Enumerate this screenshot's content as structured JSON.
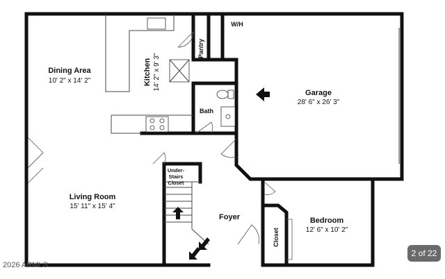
{
  "rooms": {
    "dining": {
      "name": "Dining Area",
      "dim": "10' 2\" x 14' 2\""
    },
    "kitchen": {
      "name": "Kitchen",
      "dim": "14' 2\" x 9' 3\""
    },
    "pantry": {
      "name": "Pantry"
    },
    "wh": {
      "name": "W/H"
    },
    "bath": {
      "name": "Bath"
    },
    "garage": {
      "name": "Garage",
      "dim": "28' 6\" x 26' 3\""
    },
    "understairs": {
      "line1": "Under-",
      "line2": "Stairs",
      "line3": "Closet"
    },
    "living": {
      "name": "Living Room",
      "dim": "15' 11\" x 15' 4\""
    },
    "foyer": {
      "name": "Foyer"
    },
    "closet": {
      "name": "Closet"
    },
    "bedroom": {
      "name": "Bedroom",
      "dim": "12' 6\" x 10' 2\""
    }
  },
  "watermark": "2026 ARMLS",
  "pagination": {
    "label": "2 of 22"
  }
}
